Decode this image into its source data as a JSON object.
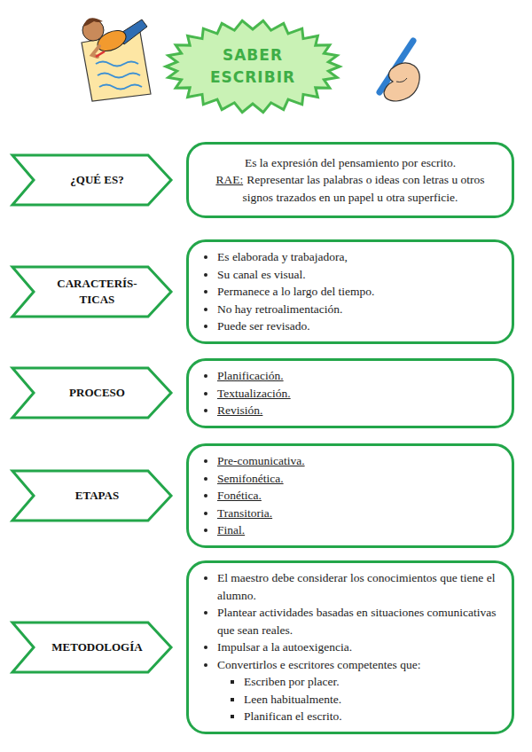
{
  "diagram": {
    "title": "SABER ESCRIBIR",
    "nodes": [
      {
        "text": [
          "¿QUÉ ES?"
        ]
      },
      {
        "text": [
          "Es la expresión del pensamiento por escrito.",
          "RAE:",
          "Representar las palabras o ideas con letras u otros signos trazados en un papel u otra superficie."
        ]
      },
      {
        "text": [
          "CARACTERÍS- TICAS"
        ]
      },
      {
        "text": [
          "Es elaborada y trabajadora,",
          "Su canal es visual.",
          "Permanece a lo largo del tiempo.",
          "No hay retroalimentación.",
          "Puede ser revisado."
        ]
      },
      {
        "text": [
          "PROCESO"
        ]
      },
      {
        "text": [
          "Planificación.",
          "Textualización.",
          "Revisión."
        ]
      },
      {
        "text": [
          "ETAPAS"
        ]
      },
      {
        "text": [
          "Pre-comunicativa.",
          "Semifonética.",
          "Fonética.",
          "Transitoria.",
          "Final."
        ]
      },
      {
        "text": [
          "METODOLOGÍA"
        ]
      },
      {
        "text": [
          "El maestro debe considerar los conocimientos que tiene el alumno.",
          "Plantear actividades basadas en situaciones comunicativas que sean reales.",
          "Impulsar a la autoexigencia.",
          "Convertirlos e escritores competentes que:",
          "Escriben por placer.",
          "Leen habitualmente.",
          "Planifican el escrito."
        ]
      }
    ]
  }
}
